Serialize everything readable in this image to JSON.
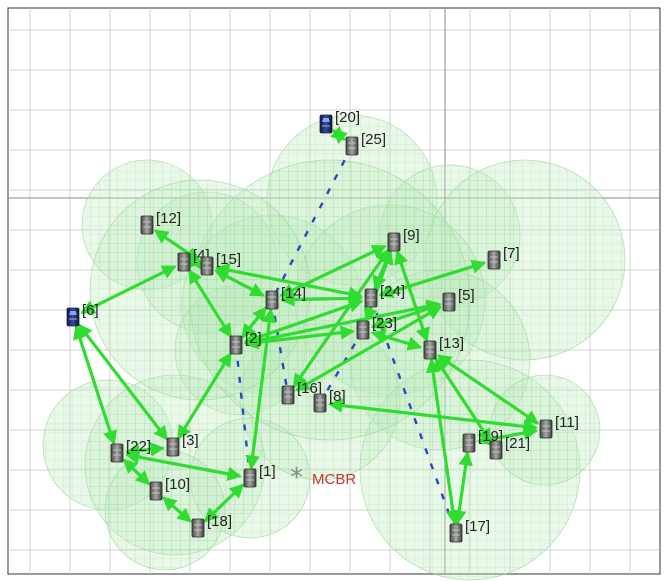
{
  "mcbr": {
    "label": "MCBR",
    "color": "#c0392b"
  },
  "colors": {
    "link": "#2fdc2f",
    "dash": "#2747c8",
    "range_fill": "#bfe8bf",
    "grid": "#c8c8c8",
    "frame": "#555555"
  },
  "nodes": [
    {
      "id": "20",
      "label": "[20]",
      "type": "dark"
    },
    {
      "id": "25",
      "label": "[25]",
      "type": "normal"
    },
    {
      "id": "12",
      "label": "[12]",
      "type": "normal"
    },
    {
      "id": "4",
      "label": "[4]",
      "type": "normal"
    },
    {
      "id": "15",
      "label": "[15]",
      "type": "normal"
    },
    {
      "id": "9",
      "label": "[9]",
      "type": "normal"
    },
    {
      "id": "7",
      "label": "[7]",
      "type": "normal"
    },
    {
      "id": "6",
      "label": "[6]",
      "type": "dark"
    },
    {
      "id": "14",
      "label": "[14]",
      "type": "normal"
    },
    {
      "id": "24",
      "label": "[24]",
      "type": "normal"
    },
    {
      "id": "5",
      "label": "[5]",
      "type": "normal"
    },
    {
      "id": "2",
      "label": "[2]",
      "type": "normal"
    },
    {
      "id": "23",
      "label": "[23]",
      "type": "normal"
    },
    {
      "id": "13",
      "label": "[13]",
      "type": "normal"
    },
    {
      "id": "16",
      "label": "[16]",
      "type": "normal"
    },
    {
      "id": "8",
      "label": "[8]",
      "type": "normal"
    },
    {
      "id": "22",
      "label": "[22]",
      "type": "normal"
    },
    {
      "id": "3",
      "label": "[3]",
      "type": "normal"
    },
    {
      "id": "1",
      "label": "[1]",
      "type": "normal"
    },
    {
      "id": "10",
      "label": "[10]",
      "type": "normal"
    },
    {
      "id": "18",
      "label": "[18]",
      "type": "normal"
    },
    {
      "id": "19",
      "label": "[19]",
      "type": "normal"
    },
    {
      "id": "21",
      "label": "[21]",
      "type": "normal"
    },
    {
      "id": "11",
      "label": "[11]",
      "type": "normal"
    },
    {
      "id": "17",
      "label": "[17]",
      "type": "normal"
    }
  ],
  "links": [
    [
      "20",
      "25"
    ],
    [
      "12",
      "15"
    ],
    [
      "4",
      "2"
    ],
    [
      "15",
      "24"
    ],
    [
      "15",
      "14"
    ],
    [
      "14",
      "24"
    ],
    [
      "24",
      "7"
    ],
    [
      "24",
      "9"
    ],
    [
      "9",
      "23"
    ],
    [
      "9",
      "13"
    ],
    [
      "9",
      "14"
    ],
    [
      "5",
      "2"
    ],
    [
      "5",
      "23"
    ],
    [
      "14",
      "2"
    ],
    [
      "2",
      "24"
    ],
    [
      "2",
      "23"
    ],
    [
      "23",
      "13"
    ],
    [
      "13",
      "11"
    ],
    [
      "13",
      "21"
    ],
    [
      "13",
      "17"
    ],
    [
      "11",
      "19"
    ],
    [
      "8",
      "11"
    ],
    [
      "19",
      "17"
    ],
    [
      "16",
      "9"
    ],
    [
      "16",
      "5"
    ],
    [
      "1",
      "14"
    ],
    [
      "1",
      "22"
    ],
    [
      "22",
      "3"
    ],
    [
      "3",
      "2"
    ],
    [
      "6",
      "4"
    ],
    [
      "6",
      "3"
    ],
    [
      "6",
      "22"
    ],
    [
      "22",
      "10"
    ],
    [
      "10",
      "18"
    ],
    [
      "18",
      "1"
    ],
    [
      "4",
      "15"
    ]
  ],
  "dashed_links": [
    [
      "25",
      "14"
    ],
    [
      "24",
      "17"
    ],
    [
      "2",
      "1"
    ],
    [
      "23",
      "8"
    ],
    [
      "14",
      "16"
    ]
  ]
}
